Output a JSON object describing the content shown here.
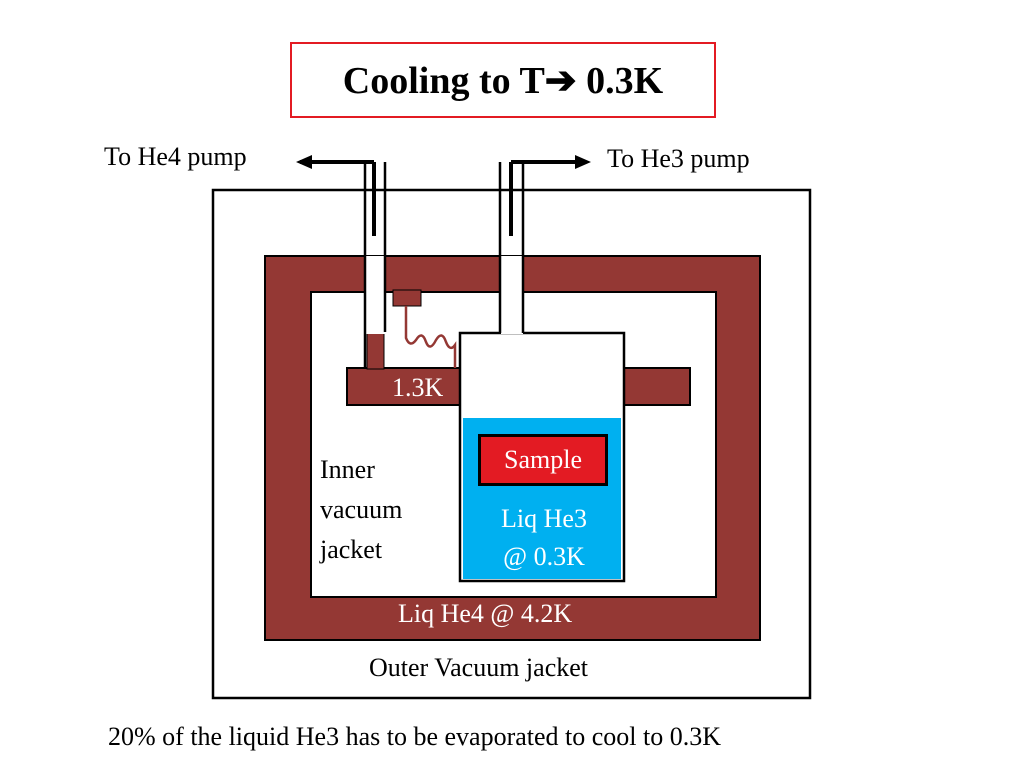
{
  "title": {
    "prefix": "Cooling to T",
    "arrow": "➔",
    "suffix": " 0.3K"
  },
  "labels": {
    "he4_pump": "To He4 pump",
    "he3_pump": "To He3 pump",
    "pot_temp": "1.3K",
    "sample": "Sample",
    "inner_vacuum_line1": "Inner",
    "inner_vacuum_line2": "vacuum",
    "inner_vacuum_line3": "jacket",
    "liq_he3_line1": "Liq He3",
    "liq_he3_line2": "@ 0.3K",
    "liq_he4": "Liq He4 @ 4.2K",
    "outer_vacuum": "Outer Vacuum jacket"
  },
  "caption": "20% of the liquid He3 has to be evaporated to cool to 0.3K",
  "colors": {
    "he4_bath": "#943834",
    "liquid_he3": "#00b0f0",
    "sample": "#e31b23",
    "title_border": "#e31b23"
  }
}
